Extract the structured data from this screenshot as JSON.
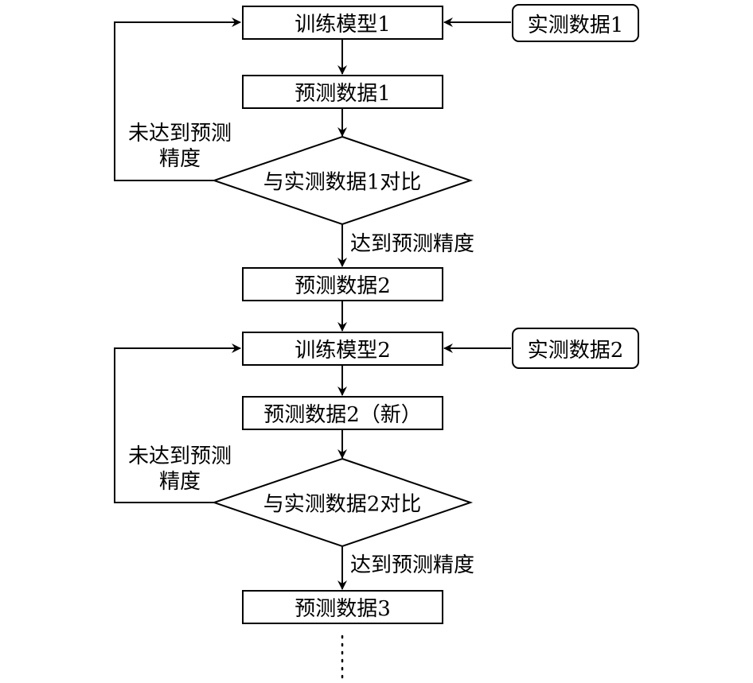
{
  "diagram": {
    "type": "flowchart",
    "colors": {
      "stroke": "#000000",
      "background": "#ffffff",
      "text": "#000000"
    },
    "nodes": {
      "train_model_1": "训练模型1",
      "measured_data_1": "实测数据1",
      "predicted_data_1": "预测数据1",
      "compare_1": "与实测数据1对比",
      "predicted_data_2": "预测数据2",
      "train_model_2": "训练模型2",
      "measured_data_2": "实测数据2",
      "predicted_data_2_new": "预测数据2（新）",
      "compare_2": "与实测数据2对比",
      "predicted_data_3": "预测数据3"
    },
    "edge_labels": {
      "not_reached_1_line1": "未达到预测",
      "not_reached_1_line2": "精度",
      "reached_1": "达到预测精度",
      "not_reached_2_line1": "未达到预测",
      "not_reached_2_line2": "精度",
      "reached_2": "达到预测精度"
    },
    "continuation": "⋮"
  }
}
